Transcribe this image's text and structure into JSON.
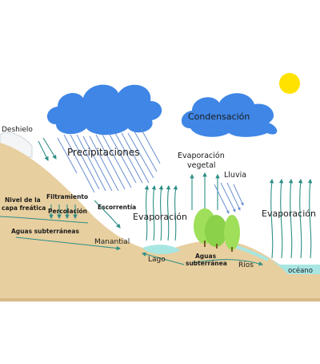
{
  "diagram": {
    "labels": {
      "condensacion": "Condensación",
      "precipitaciones": "Precipitaciones",
      "deshielo": "Deshielo",
      "evap_vegetal_1": "Evaporación",
      "evap_vegetal_2": "vegetal",
      "lluvia": "Lluvia",
      "evaporacion_left": "Evaporación",
      "evaporacion_right": "Evaporación",
      "nivel_1": "Nivel de la",
      "nivel_2": "capa freática",
      "filtramiento": "Filtramiento",
      "percolacion": "Percolación",
      "escorrentia": "Escorrentía",
      "aguas_subterraneas_left": "Aguas subterráneas",
      "manantial": "Manantial",
      "lago": "Lago",
      "aguas_center_1": "Aguas",
      "aguas_center_2": "subterránea",
      "rios": "Ríos",
      "oceano": "océano"
    },
    "colors": {
      "sky": "#ffffff",
      "ground": "#e8cf9f",
      "ground_dark": "#d8b985",
      "cloud": "#3f86e6",
      "sun": "#ffe200",
      "water": "#a8e6e2",
      "tree": "#9fdf5a",
      "arrow": "#2d8f86",
      "rain": "#6a8fd0"
    }
  }
}
